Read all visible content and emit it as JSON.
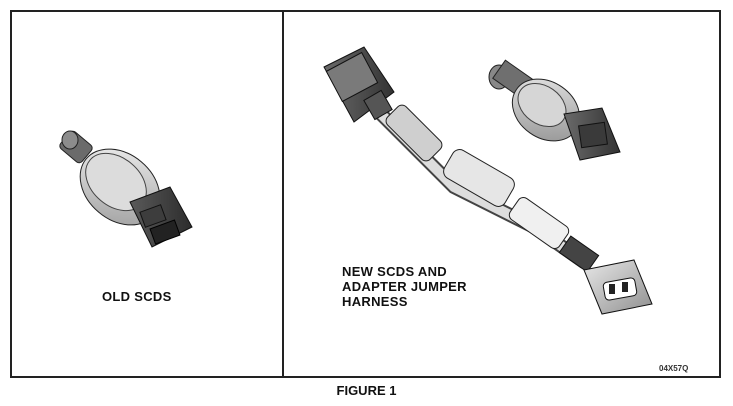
{
  "figure": {
    "caption": "FIGURE 1",
    "old_label": "OLD SCDS",
    "new_label": "NEW SCDS AND\nADAPTER JUMPER\nHARNESS",
    "image_code": "04X57Q"
  }
}
